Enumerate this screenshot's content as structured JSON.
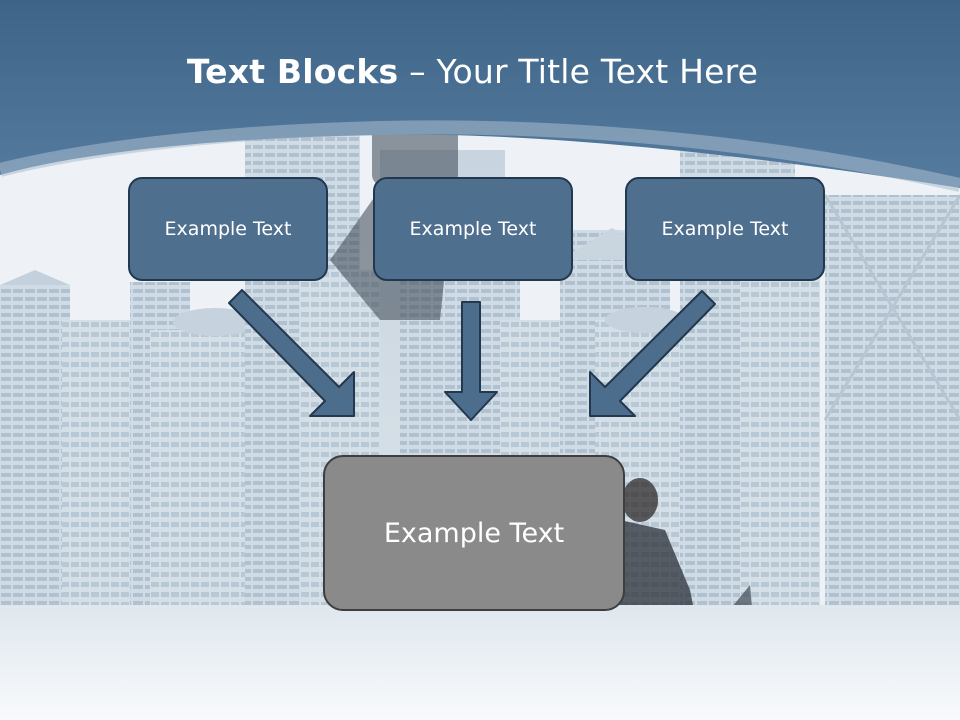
{
  "slide": {
    "title_bold": "Text Blocks",
    "title_rest": " – Your Title Text Here"
  },
  "blocks": {
    "left": "Example Text",
    "center": "Example Text",
    "right": "Example Text",
    "bottom": "Example Text"
  },
  "colors": {
    "header": "#4a6f92",
    "box_fill": "#4f6f8f",
    "box_border": "#22384e",
    "arrow_fill": "#4d6d8c",
    "center_box_fill": "#8a8a8a"
  },
  "icons": {
    "arrows": [
      "arrow-down-right",
      "arrow-down",
      "arrow-down-left"
    ]
  }
}
